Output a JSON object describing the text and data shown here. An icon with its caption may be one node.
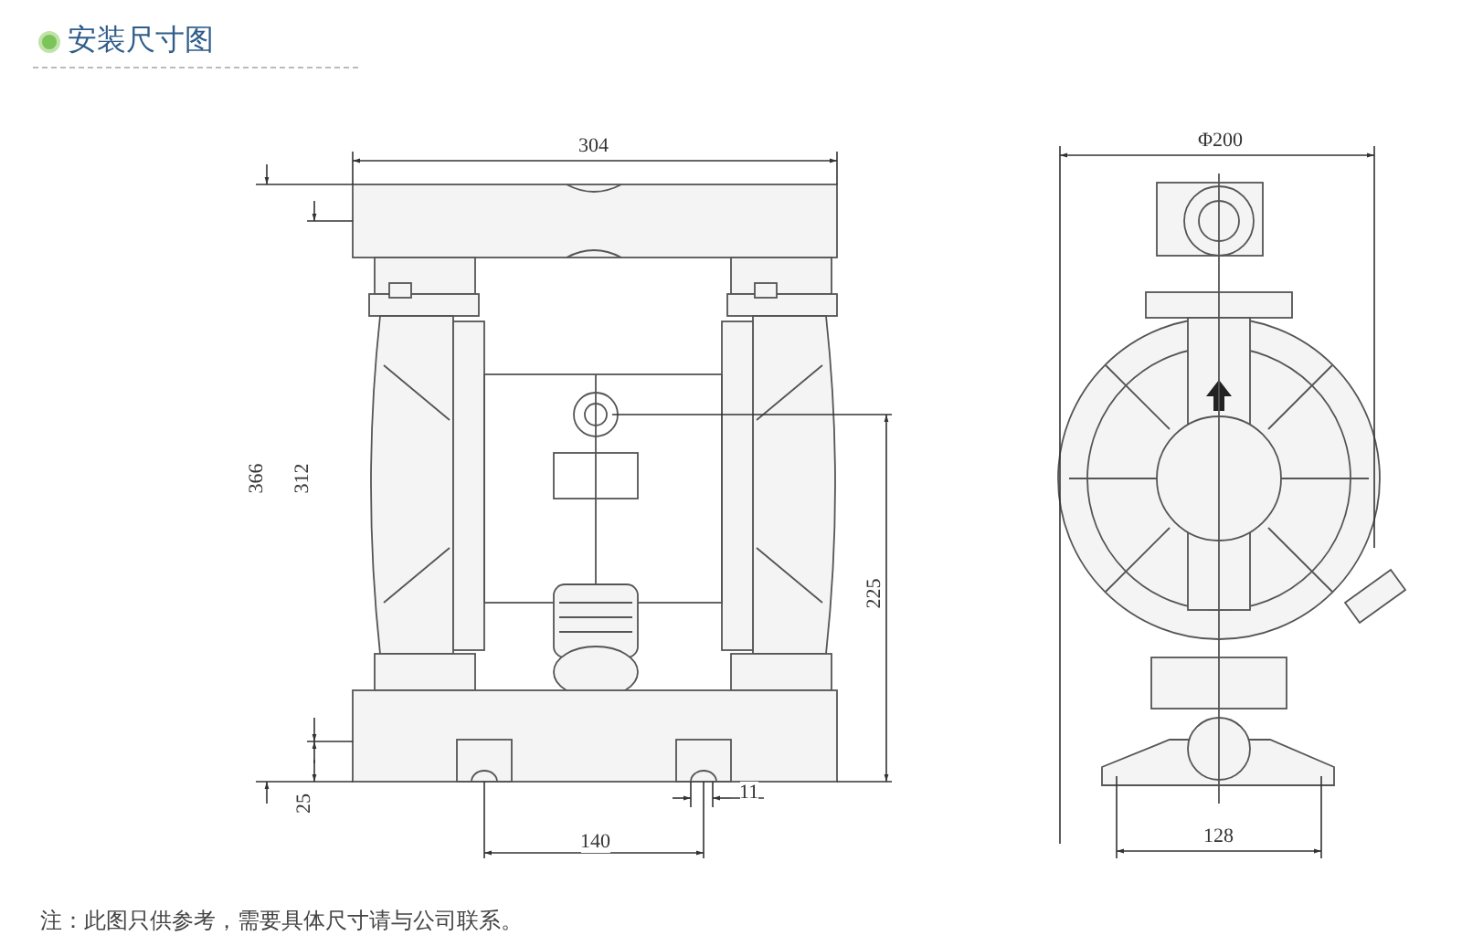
{
  "diagram": {
    "title": "安装尺寸图",
    "caption": "注：此图只供参考，需要具体尺寸请与公司联系。",
    "labels": [
      "304",
      "366",
      "312",
      "225",
      "25",
      "140",
      "11",
      "Φ200",
      "128"
    ]
  }
}
